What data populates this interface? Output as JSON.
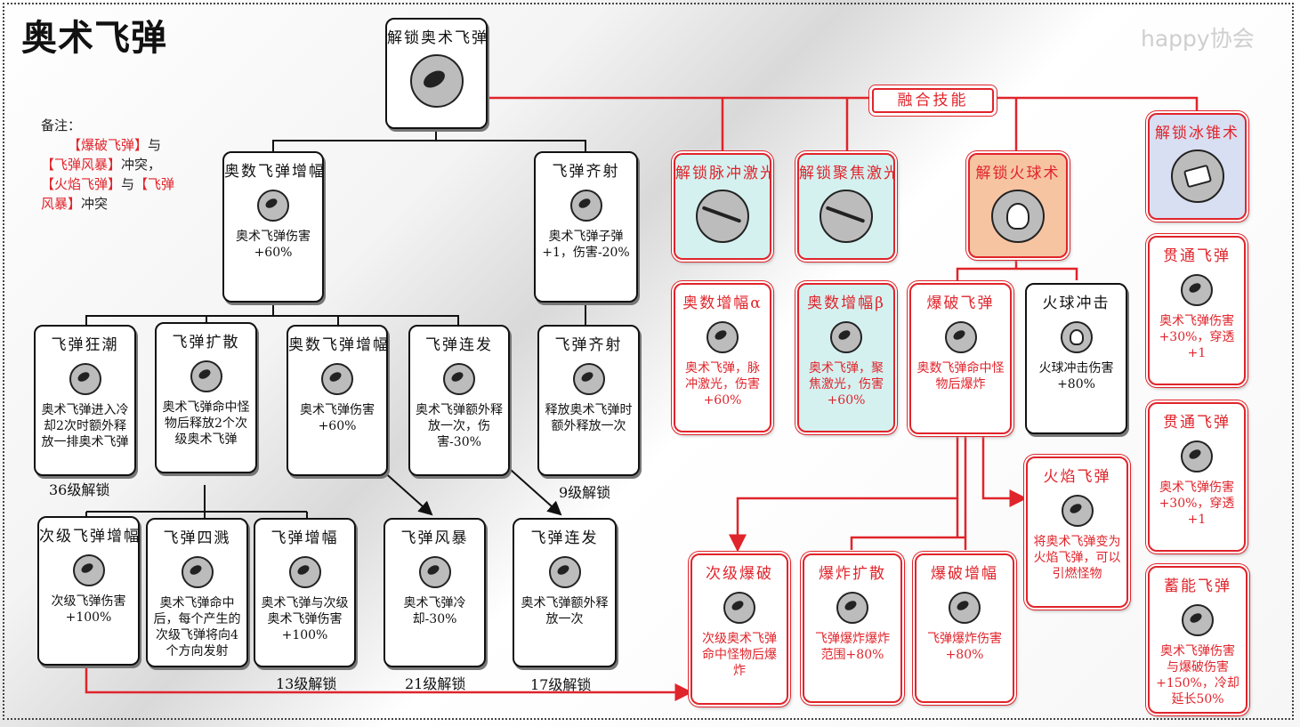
{
  "title": "奥术飞弹",
  "watermark": "happy协会",
  "note": {
    "label": "备注：",
    "line1_red": "【爆破飞弹】",
    "line1_black": "与",
    "line2_red": "【飞弹风暴】",
    "line2_black": "冲突，",
    "line3_red1": "【火焰飞弹】",
    "line3_black": "与",
    "line3_red2": "【飞弹",
    "line4_red": "风暴】",
    "line4_black": "冲突"
  },
  "fusion_label": "融合技能",
  "colors": {
    "red": "#e0242b",
    "cyan_fill": "#d4f1f0",
    "orange_fill": "#f7c4a2",
    "blue_fill": "#d9dff2"
  },
  "cards": {
    "root": {
      "title": "解锁奥术飞弹"
    },
    "amp": {
      "title": "奥数飞弹增幅",
      "desc": "奥术飞弹伤害+60%"
    },
    "volley": {
      "title": "飞弹齐射",
      "desc": "奥术飞弹子弹+1，伤害-20%"
    },
    "tide": {
      "title": "飞弹狂潮",
      "desc": "奥术飞弹进入冷却2次时额外释放一排奥术飞弹"
    },
    "spread": {
      "title": "飞弹扩散",
      "desc": "奥术飞弹命中怪物后释放2个次级奥术飞弹"
    },
    "amp2": {
      "title": "奥数飞弹增幅",
      "desc": "奥术飞弹伤害+60%"
    },
    "chain": {
      "title": "飞弹连发",
      "desc": "奥术飞弹额外释放一次，伤害-30%"
    },
    "volley2": {
      "title": "飞弹齐射",
      "desc": "释放奥术飞弹时额外释放一次"
    },
    "subamp": {
      "title": "次级飞弹增幅",
      "desc": "次级飞弹伤害+100%"
    },
    "four": {
      "title": "飞弹四溅",
      "desc": "奥术飞弹命中后，每个产生的次级飞弹将向4个方向发射"
    },
    "mamp": {
      "title": "飞弹增幅",
      "desc": "奥术飞弹与次级奥术飞弹伤害+100%"
    },
    "storm": {
      "title": "飞弹风暴",
      "desc": "奥术飞弹冷却-30%"
    },
    "chain2": {
      "title": "飞弹连发",
      "desc": "奥术飞弹额外释放一次"
    },
    "pulse": {
      "title": "解锁脉冲激光"
    },
    "focus": {
      "title": "解锁聚焦激光"
    },
    "fireball": {
      "title": "解锁火球术"
    },
    "icecone": {
      "title": "解锁冰锥术"
    },
    "alpha": {
      "title": "奥数增幅α",
      "desc": "奥术飞弹，脉冲激光，伤害+60%"
    },
    "beta": {
      "title": "奥数增幅β",
      "desc": "奥术飞弹，聚焦激光，伤害+60%"
    },
    "burst": {
      "title": "爆破飞弹",
      "desc": "奥数飞弹命中怪物后爆炸"
    },
    "fbimpact": {
      "title": "火球冲击",
      "desc": "火球冲击伤害+80%"
    },
    "flame": {
      "title": "火焰飞弹",
      "desc": "将奥术飞弹变为火焰飞弹，可以引燃怪物"
    },
    "subburst": {
      "title": "次级爆破",
      "desc": "次级奥术飞弹命中怪物后爆炸"
    },
    "blastspread": {
      "title": "爆炸扩散",
      "desc": "飞弹爆炸爆炸范围+80%"
    },
    "burstamp": {
      "title": "爆破增幅",
      "desc": "飞弹爆炸伤害+80%"
    },
    "pierce1": {
      "title": "贯通飞弹",
      "desc": "奥术飞弹伤害+30%，穿透+1"
    },
    "pierce2": {
      "title": "贯通飞弹",
      "desc": "奥术飞弹伤害+30%，穿透+1"
    },
    "charge": {
      "title": "蓄能飞弹",
      "desc": "奥术飞弹伤害与爆破伤害+150%，冷却延长50%"
    }
  },
  "levels": {
    "l36": "36级解锁",
    "l9": "9级解锁",
    "l13": "13级解锁",
    "l21": "21级解锁",
    "l17": "17级解锁"
  }
}
